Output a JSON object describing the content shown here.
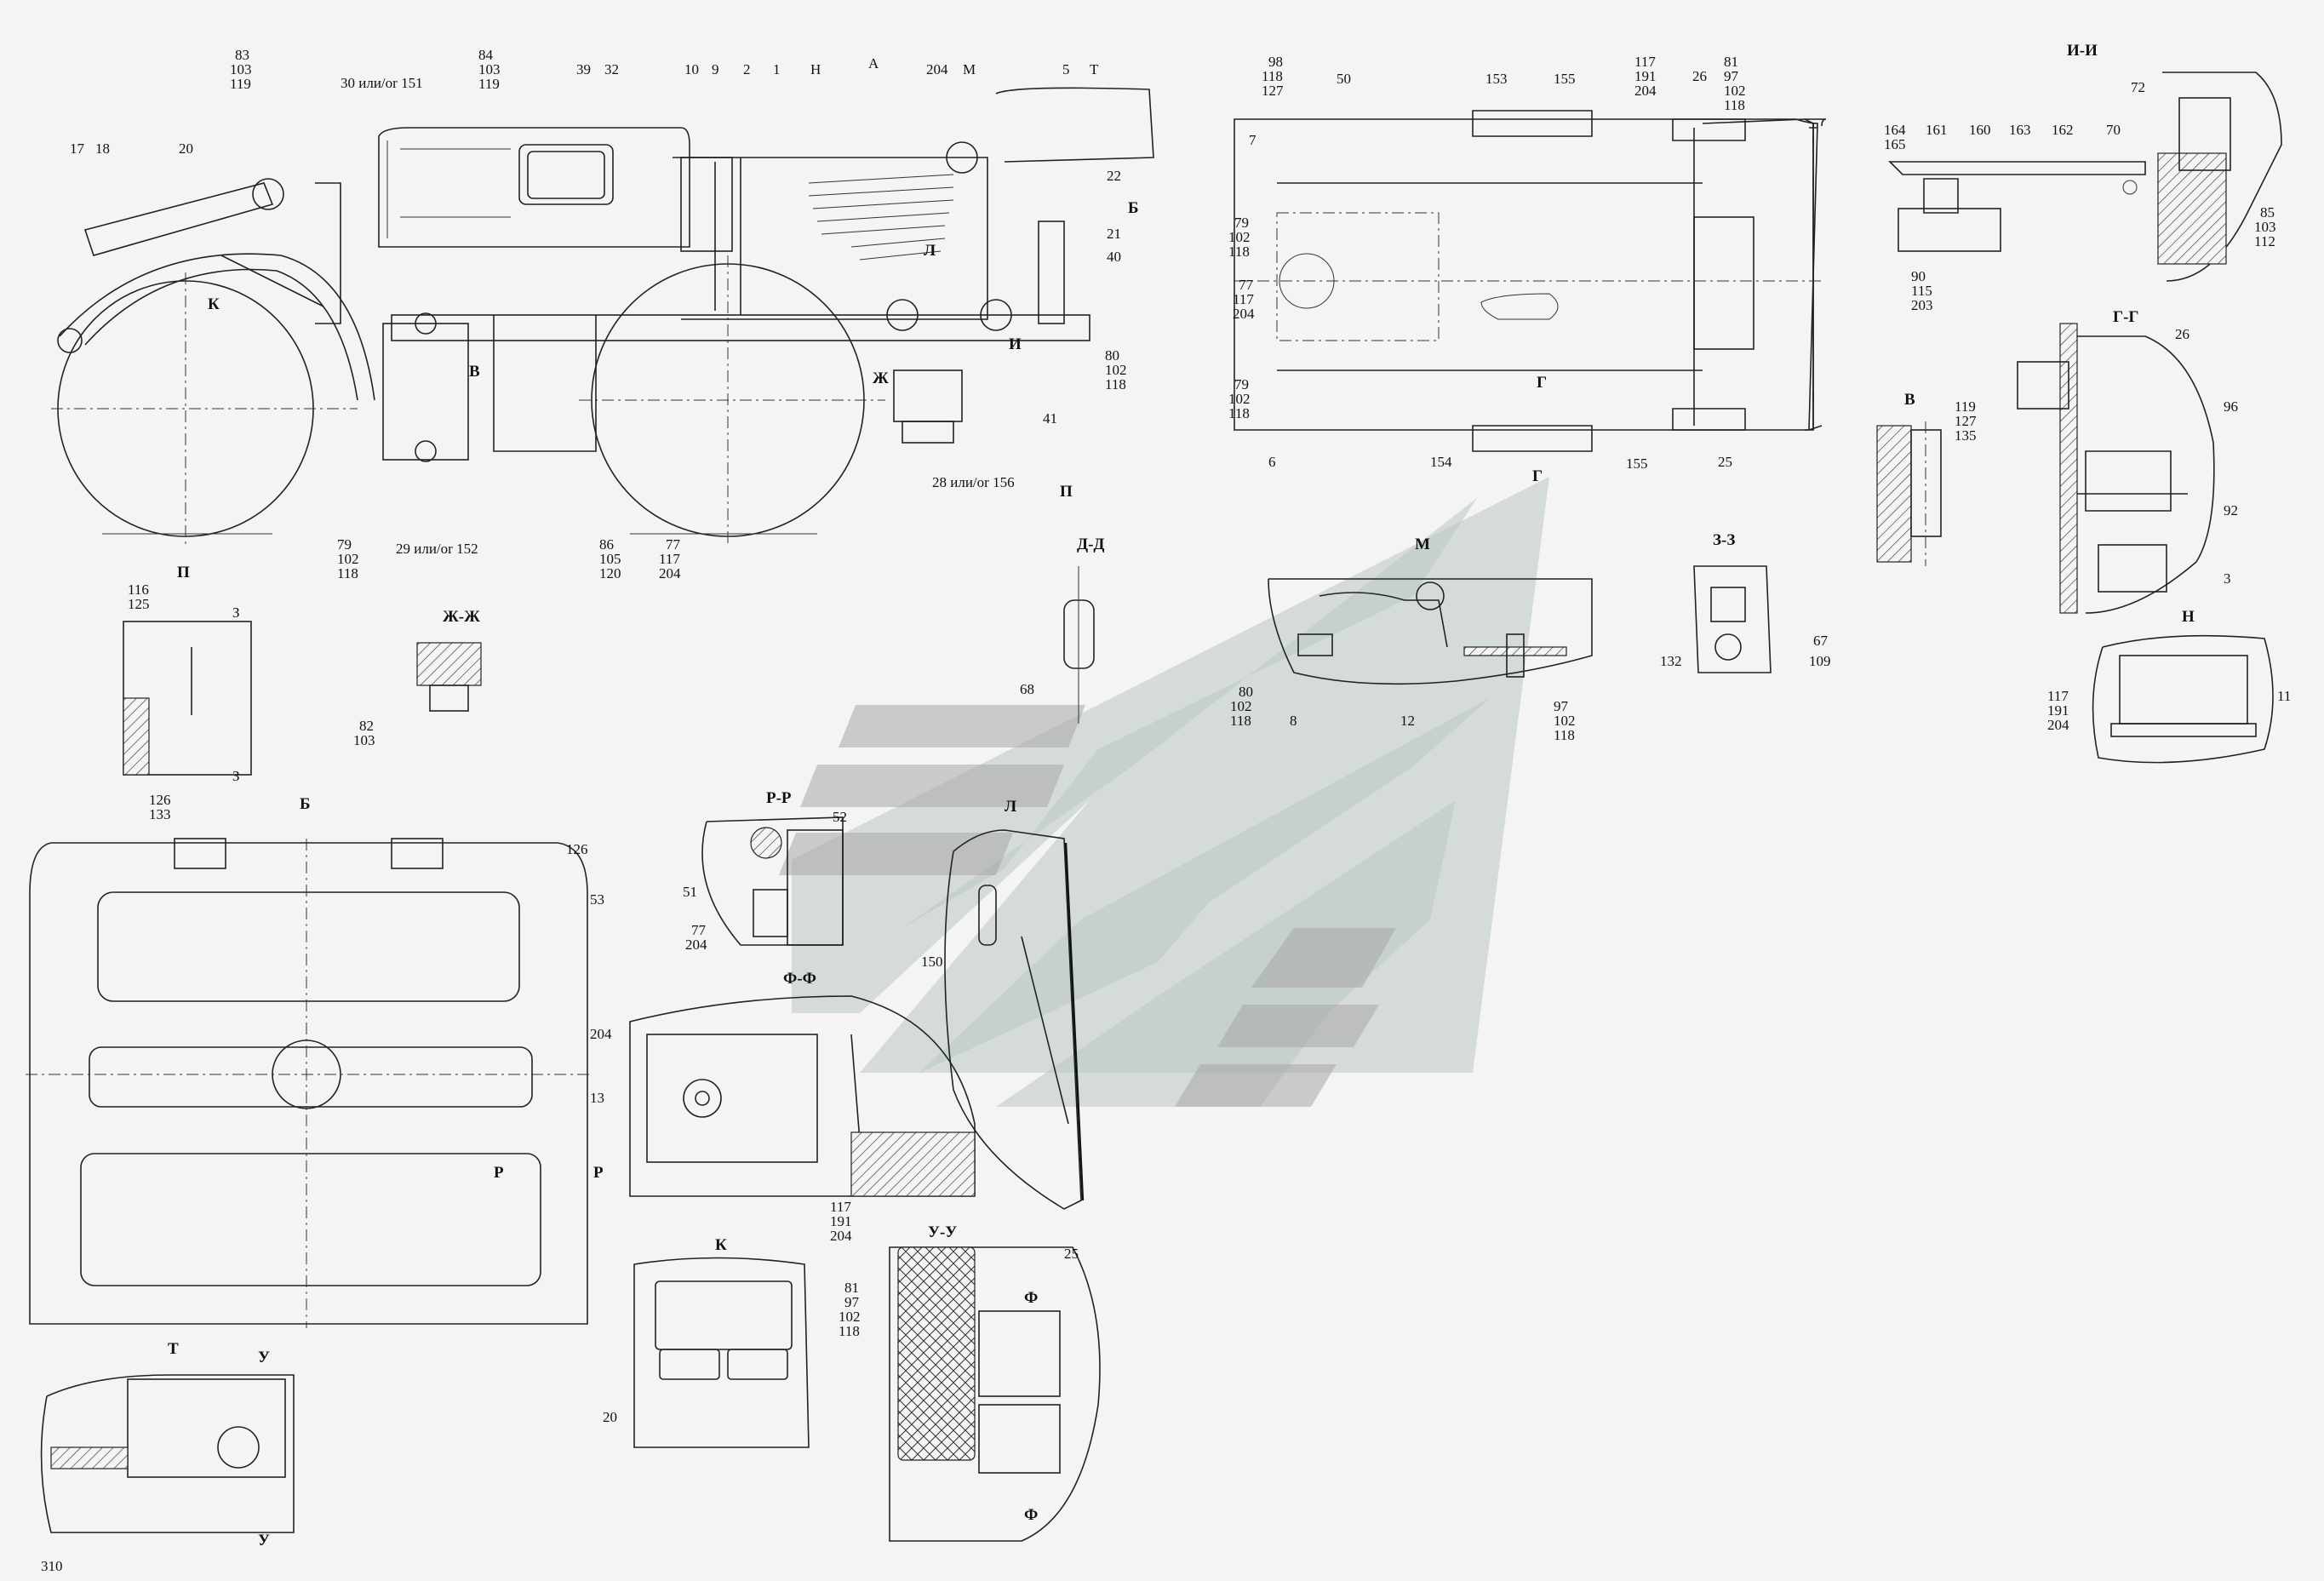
{
  "page_number": "310",
  "main_view": {
    "callouts_top": [
      "83",
      "103",
      "119",
      "30 или/or 151",
      "84",
      "103",
      "119",
      "39",
      "32",
      "10",
      "9",
      "2",
      "1",
      "Н",
      "А",
      "204",
      "М",
      "5",
      "Т"
    ],
    "callouts_left": [
      "17",
      "18",
      "20",
      "К"
    ],
    "callouts_right": [
      "22",
      "Б",
      "21",
      "40",
      "80",
      "102",
      "118",
      "Л",
      "И",
      "41",
      "П",
      "Ж",
      "28 или/or 156"
    ],
    "callouts_bottom": [
      "79",
      "102",
      "118",
      "29 или/or 152",
      "В",
      "86",
      "105",
      "120",
      "77",
      "117",
      "204"
    ]
  },
  "top_view": {
    "callouts": [
      "98",
      "118",
      "127",
      "50",
      "153",
      "155",
      "117",
      "191",
      "204",
      "26",
      "81",
      "97",
      "102",
      "118",
      "7",
      "79",
      "102",
      "118",
      "77",
      "117",
      "204",
      "79",
      "102",
      "118",
      "6",
      "154",
      "155",
      "25",
      "Г",
      "Г"
    ]
  },
  "views": {
    "ii": {
      "title": "И-И",
      "labels": [
        "72",
        "164",
        "165",
        "161",
        "160",
        "163",
        "162",
        "70",
        "90",
        "115",
        "203",
        "85",
        "103",
        "112"
      ]
    },
    "gg": {
      "title": "Г-Г",
      "labels": [
        "26",
        "96",
        "92",
        "3"
      ]
    },
    "v": {
      "title": "В",
      "labels": [
        "119",
        "127",
        "135"
      ]
    },
    "n": {
      "title": "Н",
      "labels": [
        "117",
        "191",
        "204",
        "11"
      ]
    },
    "zz": {
      "title": "З-З",
      "labels": [
        "67",
        "132",
        "109"
      ]
    },
    "m": {
      "title": "М",
      "labels": [
        "80",
        "102",
        "118",
        "8",
        "12",
        "97",
        "102",
        "118"
      ]
    },
    "dd": {
      "title": "Д-Д",
      "labels": [
        "68"
      ]
    },
    "p": {
      "title": "П",
      "labels": [
        "116",
        "125",
        "З",
        "З"
      ]
    },
    "zhzh": {
      "title": "Ж-Ж",
      "labels": [
        "82",
        "103"
      ]
    },
    "b": {
      "title": "Б",
      "labels": [
        "126",
        "133",
        "126",
        "53",
        "204",
        "13",
        "Р",
        "Р"
      ]
    },
    "rr": {
      "title": "Р-Р",
      "labels": [
        "52",
        "51",
        "77",
        "204"
      ]
    },
    "l": {
      "title": "Л",
      "labels": [
        "150"
      ]
    },
    "ff": {
      "title": "Ф-Ф",
      "labels": [
        "117",
        "191",
        "204"
      ]
    },
    "k": {
      "title": "К",
      "labels": [
        "20"
      ]
    },
    "uu": {
      "title": "У-У",
      "labels": [
        "25",
        "81",
        "97",
        "102",
        "118",
        "Ф",
        "Ф"
      ]
    },
    "t": {
      "title": "Т",
      "labels": [
        "У",
        "У"
      ]
    }
  }
}
